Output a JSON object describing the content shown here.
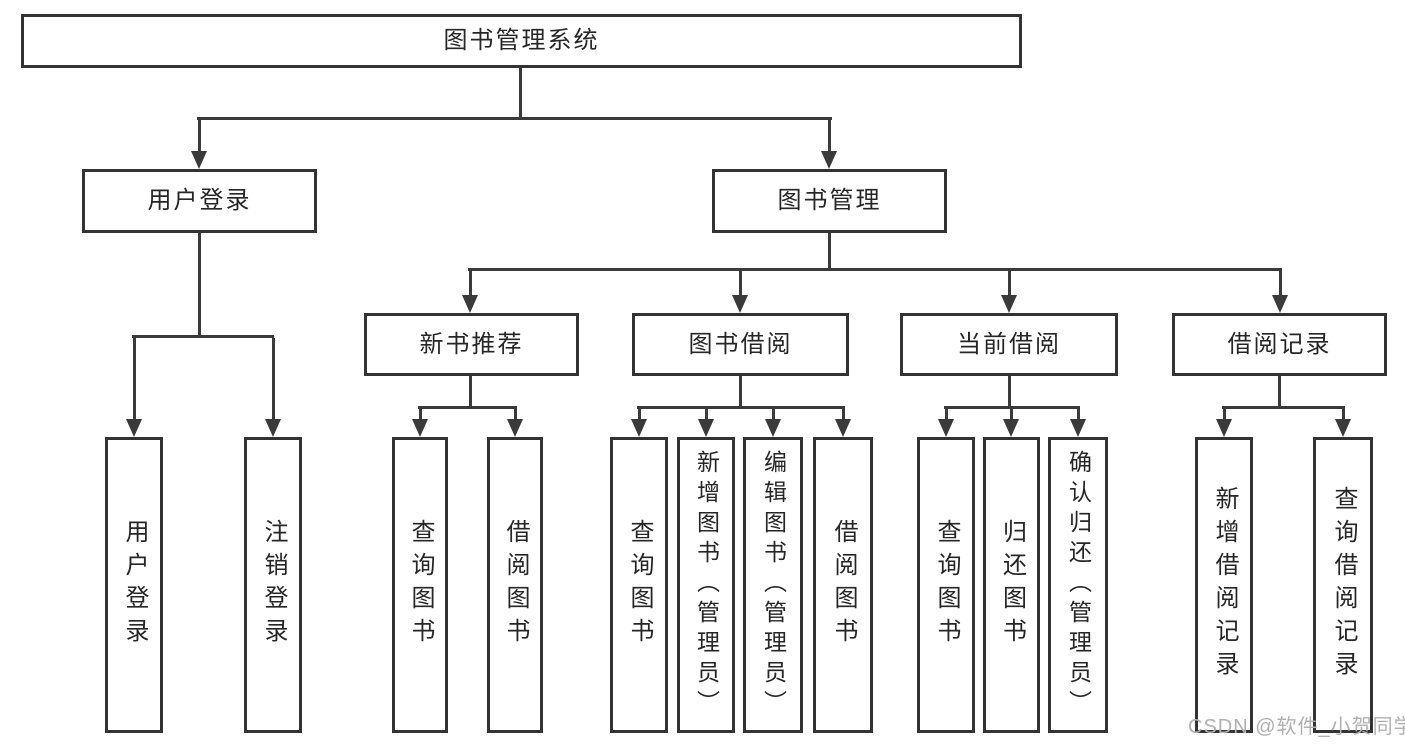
{
  "diagram": {
    "type": "hierarchy-tree",
    "line_color": "#3a3a3a",
    "border_color": "#333333",
    "text_color": "#262626",
    "nodes": {
      "root": "图书管理系统",
      "user_login": "用户登录",
      "book_mgmt": "图书管理",
      "new_book_rec": "新书推荐",
      "book_borrow": "图书借阅",
      "current_borrow": "当前借阅",
      "borrow_records": "借阅记录",
      "leaf_user_login": "用户登录",
      "leaf_logout": "注销登录",
      "leaf_query_book_rec": "查询图书",
      "leaf_borrow_book_rec": "借阅图书",
      "leaf_query_book_borrow": "查询图书",
      "leaf_add_book": "新增图书（管理员）",
      "leaf_edit_book": "编辑图书（管理员）",
      "leaf_borrow_book_borrow": "借阅图书",
      "leaf_query_book_current": "查询图书",
      "leaf_return_book": "归还图书",
      "leaf_confirm_return": "确认归还（管理员）",
      "leaf_add_borrow_record": "新增借阅记录",
      "leaf_query_borrow_record": "查询借阅记录"
    },
    "hierarchy": {
      "图书管理系统": {
        "用户登录": [
          "用户登录",
          "注销登录"
        ],
        "图书管理": {
          "新书推荐": [
            "查询图书",
            "借阅图书"
          ],
          "图书借阅": [
            "查询图书",
            "新增图书（管理员）",
            "编辑图书（管理员）",
            "借阅图书"
          ],
          "当前借阅": [
            "查询图书",
            "归还图书",
            "确认归还（管理员）"
          ],
          "借阅记录": [
            "新增借阅记录",
            "查询借阅记录"
          ]
        }
      }
    }
  },
  "watermark": {
    "text": "CSDN @软件_小贺同学",
    "color": "#b0b0b0"
  }
}
